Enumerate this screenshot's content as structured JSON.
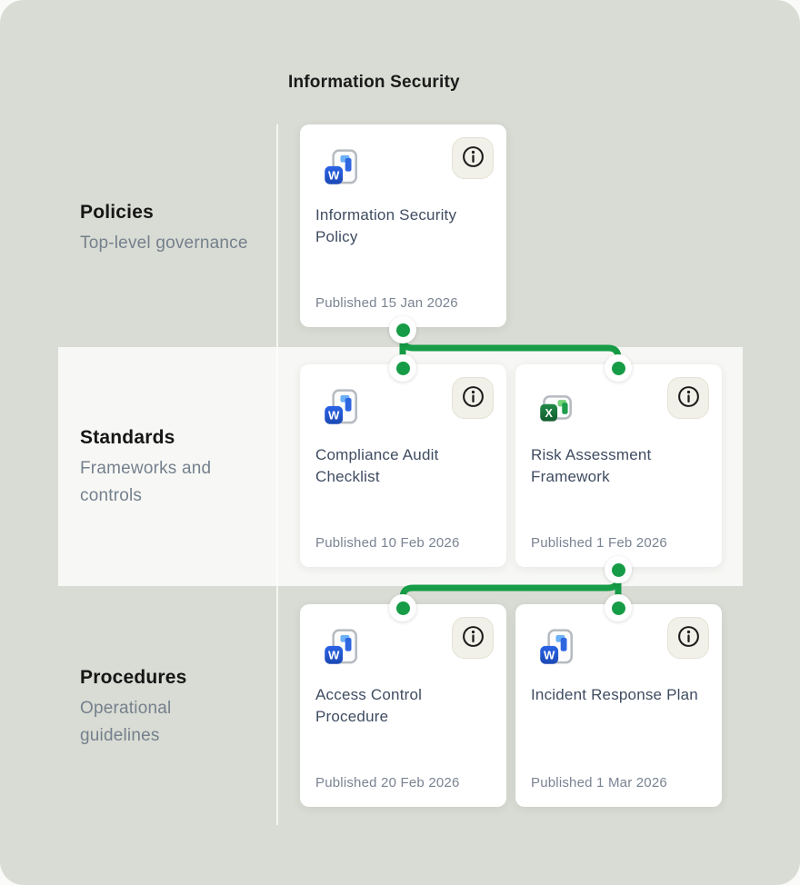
{
  "header": {
    "title": "Information Security"
  },
  "tiers": [
    {
      "label": "Policies",
      "description": "Top-level governance"
    },
    {
      "label": "Standards",
      "description": "Frameworks and controls"
    },
    {
      "label": "Procedures",
      "description": "Operational guidelines"
    }
  ],
  "cards": [
    {
      "title": "Information Security Policy",
      "published": "Published 15 Jan 2026",
      "file_type": "word"
    },
    {
      "title": "Compliance Audit Checklist",
      "published": "Published 10 Feb 2026",
      "file_type": "word"
    },
    {
      "title": "Risk Assessment Framework",
      "published": "Published 1 Feb 2026",
      "file_type": "excel"
    },
    {
      "title": "Access Control Procedure",
      "published": "Published 20 Feb 2026",
      "file_type": "word"
    },
    {
      "title": "Incident Response Plan",
      "published": "Published 1 Mar 2026",
      "file_type": "word"
    }
  ],
  "colors": {
    "connector_green": "#169c46",
    "panel_background": "#d9dcd4",
    "standards_band": "#f7f8f5",
    "card_background": "#ffffff",
    "word_blue": "#1e56c8",
    "excel_green": "#1d7a40",
    "card_title_text": "#3f4c61",
    "muted_text": "#75808d"
  }
}
